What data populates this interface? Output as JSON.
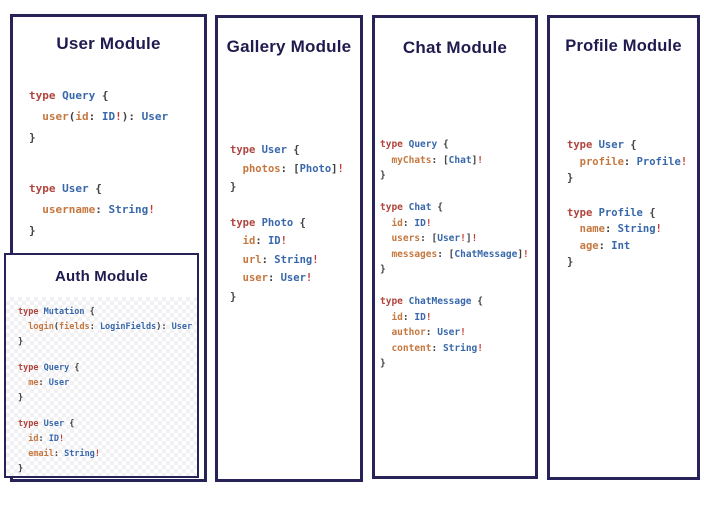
{
  "colors": {
    "background": "#ffffff",
    "panel_border": "#272358",
    "title_text": "#1f1b4e",
    "code_keyword": "#b0443e",
    "code_type": "#3868ab",
    "code_field": "#c5773f",
    "code_punct": "#404040",
    "code_bang": "#c04038",
    "checker": "#f1f1f4"
  },
  "token_classes": {
    "k": "keyword",
    "t": "type-name",
    "f": "field-name",
    "p": "punctuation",
    "b": "non-null-bang",
    "w": "whitespace"
  },
  "panels": [
    {
      "title": "User Module",
      "code": [
        [
          [
            [
              "k",
              "type "
            ],
            [
              "t",
              "Query "
            ],
            [
              "p",
              "{"
            ]
          ],
          [
            [
              "w",
              "  "
            ],
            [
              "f",
              "user"
            ],
            [
              "p",
              "("
            ],
            [
              "f",
              "id"
            ],
            [
              "p",
              ": "
            ],
            [
              "t",
              "ID"
            ],
            [
              "b",
              "!"
            ],
            [
              "p",
              "): "
            ],
            [
              "t",
              "User"
            ]
          ],
          [
            [
              "p",
              "}"
            ]
          ]
        ],
        [
          [
            [
              "k",
              "type "
            ],
            [
              "t",
              "User "
            ],
            [
              "p",
              "{"
            ]
          ],
          [
            [
              "w",
              "  "
            ],
            [
              "f",
              "username"
            ],
            [
              "p",
              ": "
            ],
            [
              "t",
              "String"
            ],
            [
              "b",
              "!"
            ]
          ],
          [
            [
              "p",
              "}"
            ]
          ]
        ]
      ]
    },
    {
      "title": "Auth Module",
      "code": [
        [
          [
            [
              "k",
              "type "
            ],
            [
              "t",
              "Mutation "
            ],
            [
              "p",
              "{"
            ]
          ],
          [
            [
              "w",
              "  "
            ],
            [
              "f",
              "login"
            ],
            [
              "p",
              "("
            ],
            [
              "f",
              "fields"
            ],
            [
              "p",
              ": "
            ],
            [
              "t",
              "LoginFields"
            ],
            [
              "p",
              "): "
            ],
            [
              "t",
              "User"
            ]
          ],
          [
            [
              "p",
              "}"
            ]
          ]
        ],
        [
          [
            [
              "k",
              "type "
            ],
            [
              "t",
              "Query "
            ],
            [
              "p",
              "{"
            ]
          ],
          [
            [
              "w",
              "  "
            ],
            [
              "f",
              "me"
            ],
            [
              "p",
              ": "
            ],
            [
              "t",
              "User"
            ]
          ],
          [
            [
              "p",
              "}"
            ]
          ]
        ],
        [
          [
            [
              "k",
              "type "
            ],
            [
              "t",
              "User "
            ],
            [
              "p",
              "{"
            ]
          ],
          [
            [
              "w",
              "  "
            ],
            [
              "f",
              "id"
            ],
            [
              "p",
              ": "
            ],
            [
              "t",
              "ID"
            ],
            [
              "b",
              "!"
            ]
          ],
          [
            [
              "w",
              "  "
            ],
            [
              "f",
              "email"
            ],
            [
              "p",
              ": "
            ],
            [
              "t",
              "String"
            ],
            [
              "b",
              "!"
            ]
          ],
          [
            [
              "p",
              "}"
            ]
          ]
        ]
      ]
    },
    {
      "title": "Gallery Module",
      "code": [
        [
          [
            [
              "k",
              "type "
            ],
            [
              "t",
              "User "
            ],
            [
              "p",
              "{"
            ]
          ],
          [
            [
              "w",
              "  "
            ],
            [
              "f",
              "photos"
            ],
            [
              "p",
              ": ["
            ],
            [
              "t",
              "Photo"
            ],
            [
              "p",
              "]"
            ],
            [
              "b",
              "!"
            ]
          ],
          [
            [
              "p",
              "}"
            ]
          ]
        ],
        [
          [
            [
              "k",
              "type "
            ],
            [
              "t",
              "Photo "
            ],
            [
              "p",
              "{"
            ]
          ],
          [
            [
              "w",
              "  "
            ],
            [
              "f",
              "id"
            ],
            [
              "p",
              ": "
            ],
            [
              "t",
              "ID"
            ],
            [
              "b",
              "!"
            ]
          ],
          [
            [
              "w",
              "  "
            ],
            [
              "f",
              "url"
            ],
            [
              "p",
              ": "
            ],
            [
              "t",
              "String"
            ],
            [
              "b",
              "!"
            ]
          ],
          [
            [
              "w",
              "  "
            ],
            [
              "f",
              "user"
            ],
            [
              "p",
              ": "
            ],
            [
              "t",
              "User"
            ],
            [
              "b",
              "!"
            ]
          ],
          [
            [
              "p",
              "}"
            ]
          ]
        ]
      ]
    },
    {
      "title": "Chat Module",
      "code": [
        [
          [
            [
              "k",
              "type "
            ],
            [
              "t",
              "Query "
            ],
            [
              "p",
              "{"
            ]
          ],
          [
            [
              "w",
              "  "
            ],
            [
              "f",
              "myChats"
            ],
            [
              "p",
              ": ["
            ],
            [
              "t",
              "Chat"
            ],
            [
              "p",
              "]"
            ],
            [
              "b",
              "!"
            ]
          ],
          [
            [
              "p",
              "}"
            ]
          ]
        ],
        [
          [
            [
              "k",
              "type "
            ],
            [
              "t",
              "Chat "
            ],
            [
              "p",
              "{"
            ]
          ],
          [
            [
              "w",
              "  "
            ],
            [
              "f",
              "id"
            ],
            [
              "p",
              ": "
            ],
            [
              "t",
              "ID"
            ],
            [
              "b",
              "!"
            ]
          ],
          [
            [
              "w",
              "  "
            ],
            [
              "f",
              "users"
            ],
            [
              "p",
              ": ["
            ],
            [
              "t",
              "User"
            ],
            [
              "b",
              "!"
            ],
            [
              "p",
              "]"
            ],
            [
              "b",
              "!"
            ]
          ],
          [
            [
              "w",
              "  "
            ],
            [
              "f",
              "messages"
            ],
            [
              "p",
              ": ["
            ],
            [
              "t",
              "ChatMessage"
            ],
            [
              "p",
              "]"
            ],
            [
              "b",
              "!"
            ]
          ],
          [
            [
              "p",
              "}"
            ]
          ]
        ],
        [
          [
            [
              "k",
              "type "
            ],
            [
              "t",
              "ChatMessage "
            ],
            [
              "p",
              "{"
            ]
          ],
          [
            [
              "w",
              "  "
            ],
            [
              "f",
              "id"
            ],
            [
              "p",
              ": "
            ],
            [
              "t",
              "ID"
            ],
            [
              "b",
              "!"
            ]
          ],
          [
            [
              "w",
              "  "
            ],
            [
              "f",
              "author"
            ],
            [
              "p",
              ": "
            ],
            [
              "t",
              "User"
            ],
            [
              "b",
              "!"
            ]
          ],
          [
            [
              "w",
              "  "
            ],
            [
              "f",
              "content"
            ],
            [
              "p",
              ": "
            ],
            [
              "t",
              "String"
            ],
            [
              "b",
              "!"
            ]
          ],
          [
            [
              "p",
              "}"
            ]
          ]
        ]
      ]
    },
    {
      "title": "Profile Module",
      "code": [
        [
          [
            [
              "k",
              "type "
            ],
            [
              "t",
              "User "
            ],
            [
              "p",
              "{"
            ]
          ],
          [
            [
              "w",
              "  "
            ],
            [
              "f",
              "profile"
            ],
            [
              "p",
              ": "
            ],
            [
              "t",
              "Profile"
            ],
            [
              "b",
              "!"
            ]
          ],
          [
            [
              "p",
              "}"
            ]
          ]
        ],
        [
          [
            [
              "k",
              "type "
            ],
            [
              "t",
              "Profile "
            ],
            [
              "p",
              "{"
            ]
          ],
          [
            [
              "w",
              "  "
            ],
            [
              "f",
              "name"
            ],
            [
              "p",
              ": "
            ],
            [
              "t",
              "String"
            ],
            [
              "b",
              "!"
            ]
          ],
          [
            [
              "w",
              "  "
            ],
            [
              "f",
              "age"
            ],
            [
              "p",
              ": "
            ],
            [
              "t",
              "Int"
            ]
          ],
          [
            [
              "p",
              "}"
            ]
          ]
        ]
      ]
    }
  ]
}
